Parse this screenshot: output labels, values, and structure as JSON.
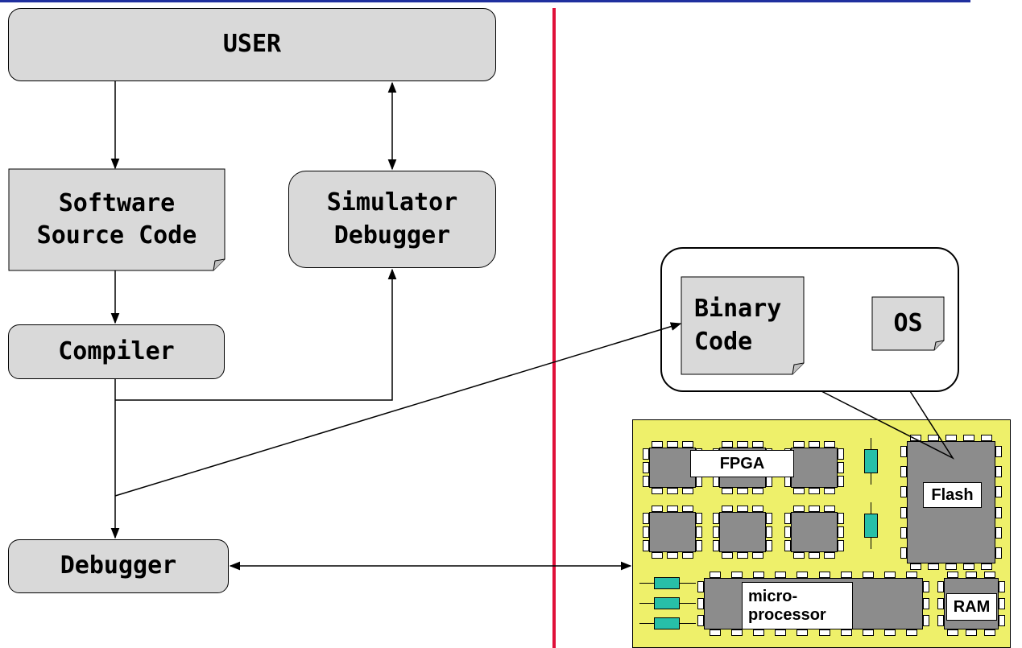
{
  "left_panel": {
    "user_label": "USER",
    "source_label": "Software\nSource Code",
    "simulator_label": "Simulator\nDebugger",
    "compiler_label": "Compiler",
    "debugger_label": "Debugger"
  },
  "callout": {
    "binary_label": "Binary\nCode",
    "os_label": "OS"
  },
  "board": {
    "fpga_label": "FPGA",
    "flash_label": "Flash",
    "micro_label": "micro-\nprocessor",
    "ram_label": "RAM"
  },
  "colors": {
    "box_fill": "#d9d9d9",
    "divider": "#e0103a",
    "top_rule": "#1f2f9e",
    "board": "#eef06a",
    "chip": "#8c8c8c",
    "resistor": "#27bfa8"
  }
}
